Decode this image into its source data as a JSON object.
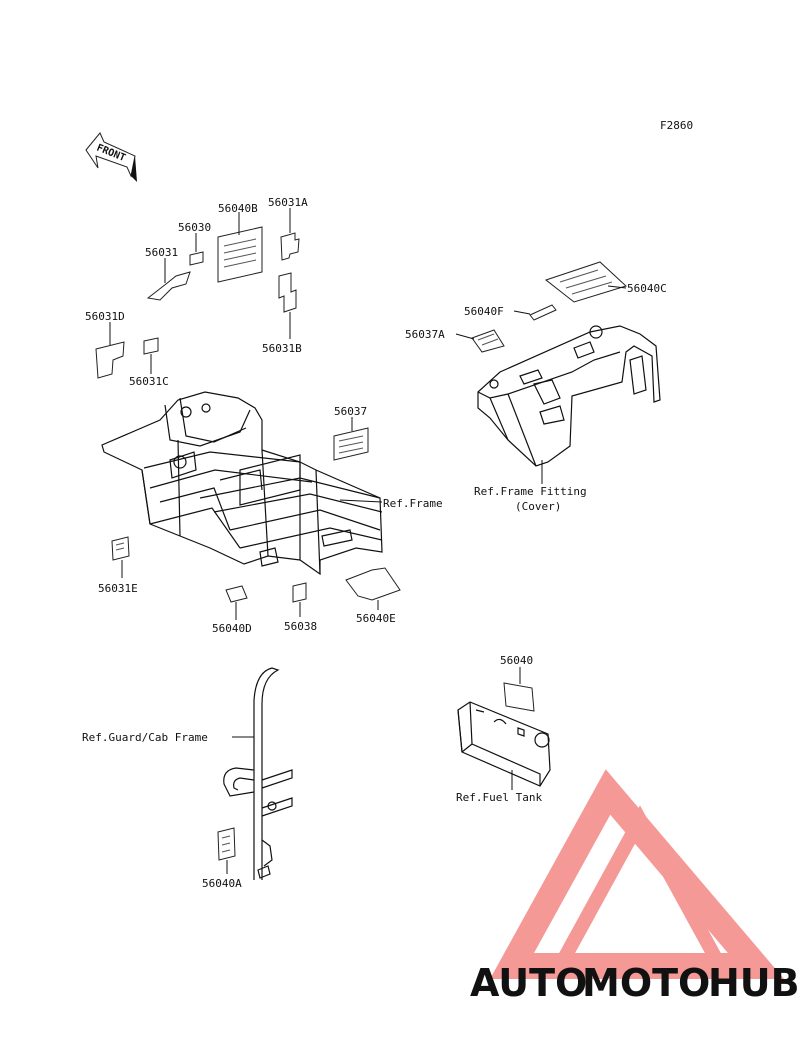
{
  "figure_code": "F2860",
  "front_label": "FRONT",
  "parts": {
    "p56040B": "56040B",
    "p56031A": "56031A",
    "p56030": "56030",
    "p56031": "56031",
    "p56031B": "56031B",
    "p56031D": "56031D",
    "p56031C": "56031C",
    "p56037": "56037",
    "p56031E": "56031E",
    "p56040D": "56040D",
    "p56038": "56038",
    "p56040E": "56040E",
    "p56040C": "56040C",
    "p56040F": "56040F",
    "p56037A": "56037A",
    "p56040": "56040",
    "p56040A": "56040A"
  },
  "refs": {
    "frame": "Ref.Frame",
    "frame_fitting": "Ref.Frame Fitting",
    "frame_fitting_sub": "(Cover)",
    "guard": "Ref.Guard/Cab Frame",
    "fuel_tank": "Ref.Fuel Tank"
  },
  "watermark": {
    "part1": "AUTO",
    "part2": "MOTO",
    "part3": "HUB",
    "color1": "#f5b870",
    "color2": "#f08a8a",
    "color3": "#8c8c8c",
    "triangle_color": "#f3807e"
  }
}
